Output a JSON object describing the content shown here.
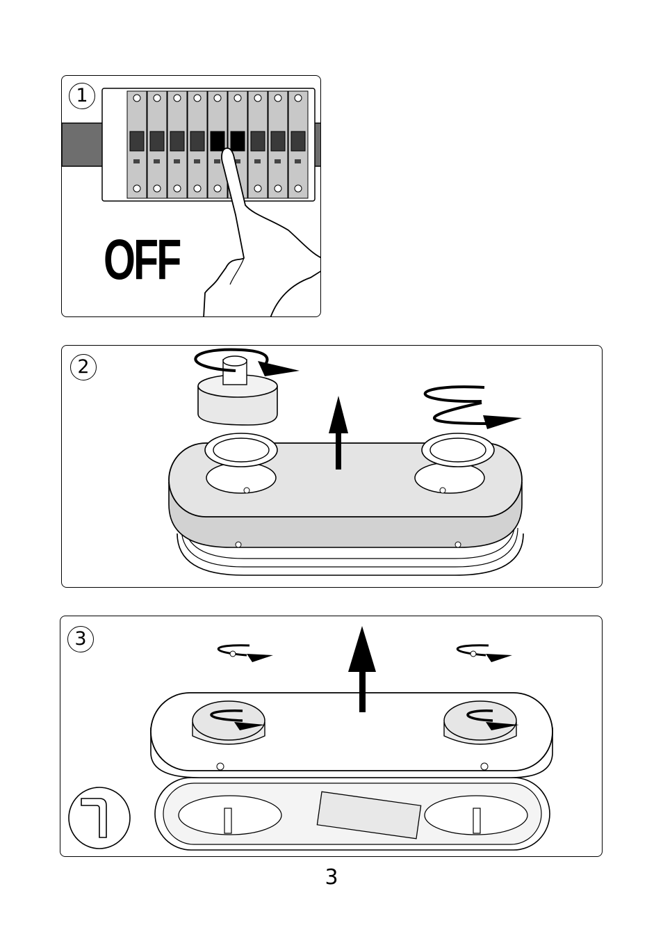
{
  "steps": [
    {
      "number": "1",
      "label": "OFF"
    },
    {
      "number": "2"
    },
    {
      "number": "3"
    }
  ],
  "page_number": "3"
}
